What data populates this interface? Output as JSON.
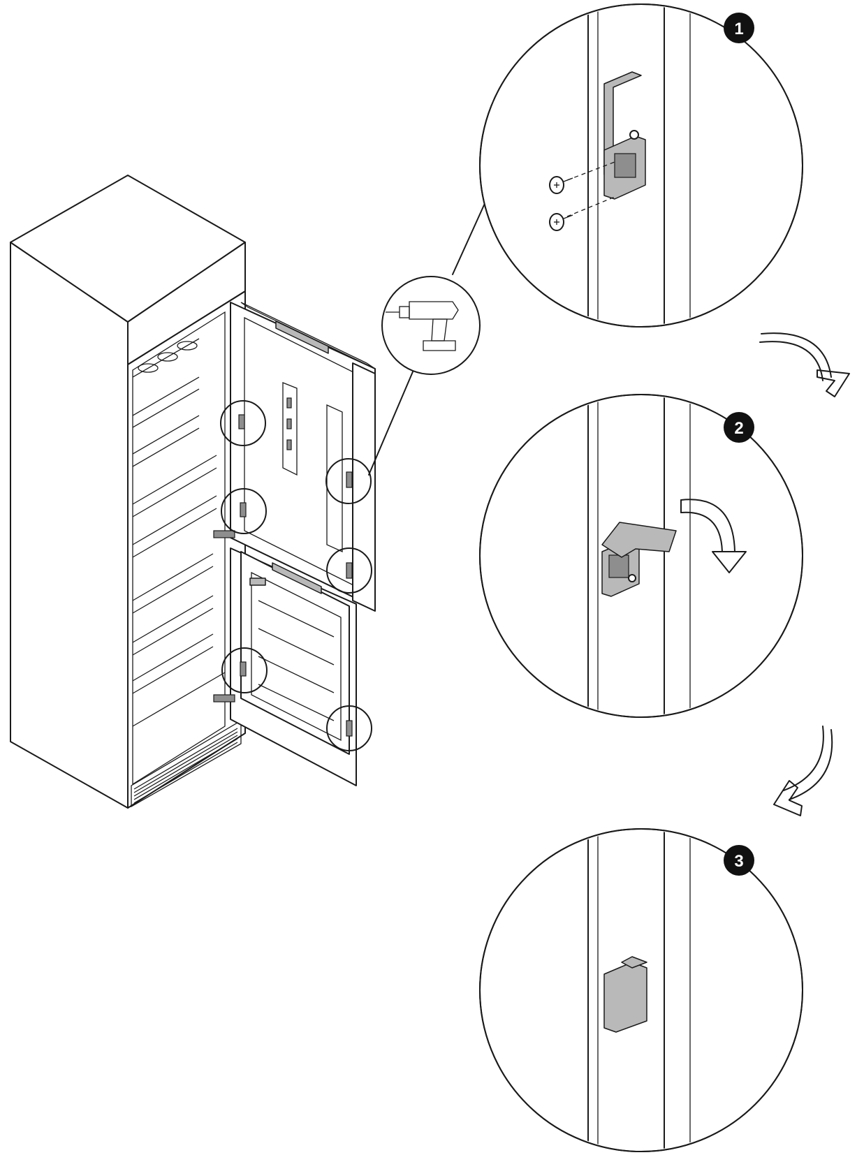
{
  "steps": [
    {
      "number": "1"
    },
    {
      "number": "2"
    },
    {
      "number": "3"
    }
  ],
  "icons": {
    "tool": "cordless-screwdriver-icon",
    "screw": "screw-icon",
    "flow_arrow": "curved-arrow-icon",
    "rotate_arrow": "rotate-arrow-icon"
  },
  "colors": {
    "line": "#1a1a1a",
    "part_fill": "#b9b9b9",
    "badge_fill": "#111111",
    "background": "#ffffff"
  }
}
